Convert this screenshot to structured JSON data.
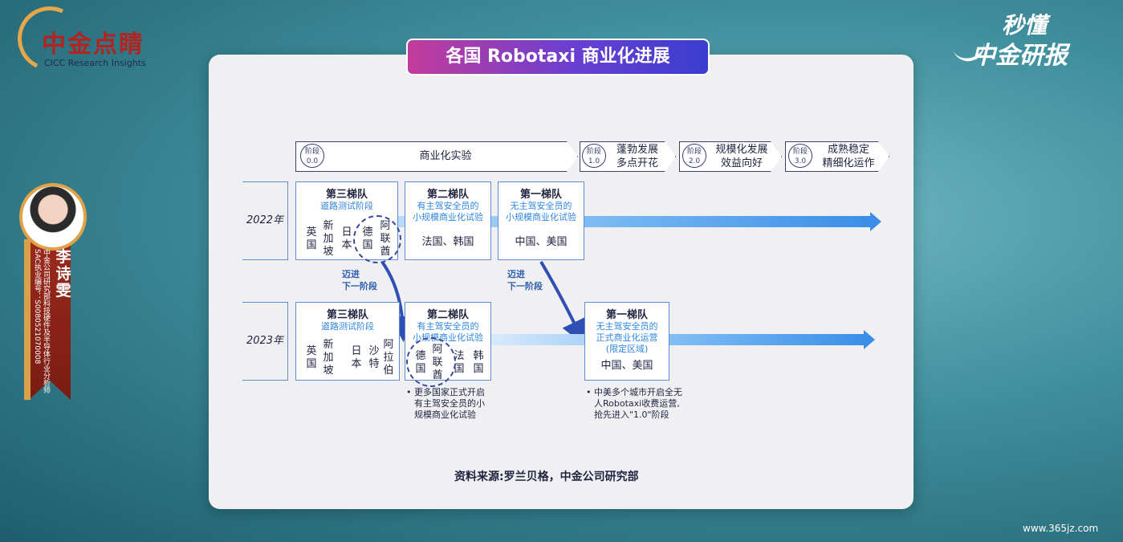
{
  "brand": {
    "logo_cn": "中金点睛",
    "logo_en": "CICC Research Insights",
    "right_line1": "秒懂",
    "right_line2": "中金研报"
  },
  "presenter": {
    "name": "李诗雯",
    "title": "中金公司研究部科技硬件及半导体行业分析师 SAC执业编号：S0080521070008"
  },
  "title": "各国 Robotaxi 商业化进展",
  "stages": [
    {
      "badge_top": "阶段",
      "badge_num": "0.0",
      "text": "商业化实验"
    },
    {
      "badge_top": "阶段",
      "badge_num": "1.0",
      "text1": "蓬勃发展",
      "text2": "多点开花"
    },
    {
      "badge_top": "阶段",
      "badge_num": "2.0",
      "text1": "规模化发展",
      "text2": "效益向好"
    },
    {
      "badge_top": "阶段",
      "badge_num": "3.0",
      "text1": "成熟稳定",
      "text2": "精细化运作"
    }
  ],
  "rows": {
    "y2022": {
      "year": "2022年",
      "tier3": {
        "name": "第三梯队",
        "sub": "道路测试阶段",
        "cols": [
          "英国",
          "新加坡",
          "日本",
          "德国",
          "阿联酋"
        ]
      },
      "tier2": {
        "name": "第二梯队",
        "sub1": "有主驾安全员的",
        "sub2": "小规模商业化试验",
        "countries": "法国、韩国"
      },
      "tier1": {
        "name": "第一梯队",
        "sub1": "无主驾安全员的",
        "sub2": "小规模商业化试验",
        "countries": "中国、美国"
      }
    },
    "y2023": {
      "year": "2023年",
      "tier3": {
        "name": "第三梯队",
        "sub": "道路测试阶段",
        "cols": [
          "英国",
          "新加坡",
          "日本",
          "沙特",
          "阿拉伯"
        ]
      },
      "tier2": {
        "name": "第二梯队",
        "sub1": "有主驾安全员的",
        "sub2": "小规模商业化试验",
        "cols": [
          "德国",
          "阿联酋",
          "法国",
          "韩国"
        ]
      },
      "tier1": {
        "name": "第一梯队",
        "sub1": "无主驾安全员的",
        "sub2": "正式商业化运营",
        "sub3": "(限定区域)",
        "countries": "中国、美国"
      }
    }
  },
  "advance_label": {
    "line1": "迈进",
    "line2": "下一阶段"
  },
  "notes": {
    "left": [
      "• 更多国家正式开启",
      "有主驾安全员的小",
      "规模商业化试验"
    ],
    "right": [
      "• 中美多个城市开启全无",
      "人Robotaxi收费运营,",
      "抢先进入\"1.0\"阶段"
    ]
  },
  "source": "资料来源:罗兰贝格，中金公司研究部",
  "watermark": "www.365jz.com"
}
